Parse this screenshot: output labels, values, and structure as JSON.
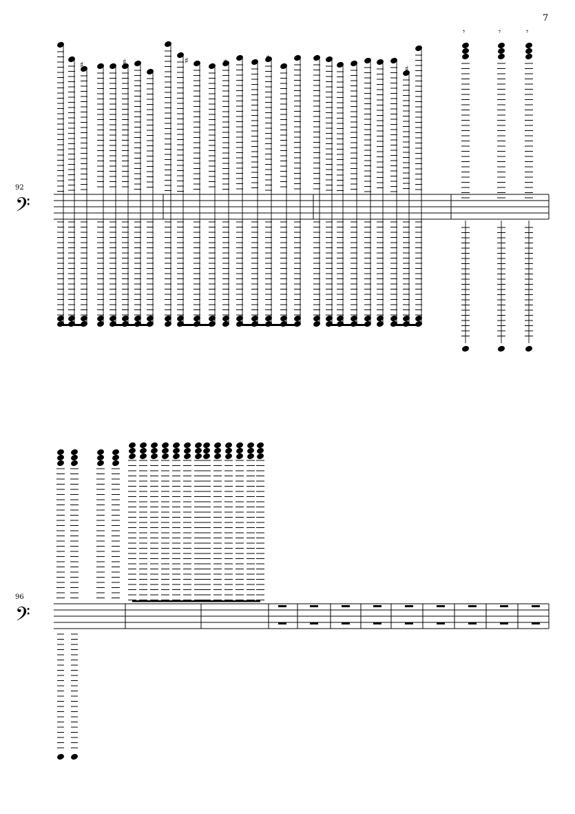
{
  "page": {
    "number": "7"
  },
  "colors": {
    "ink": "#000000",
    "paper": "#ffffff"
  },
  "systems": [
    {
      "id": "system-1",
      "first_measure": "92",
      "clef": "bass-clef",
      "clef_glyph": "𝄢",
      "measure_count": 4
    },
    {
      "id": "system-2",
      "first_measure": "96",
      "clef": "bass-clef",
      "clef_glyph": "𝄢",
      "measure_count": 12,
      "multi_rest_measures": 9
    }
  ],
  "glyphs": {
    "sharp": "♯",
    "natural": "♮",
    "eighth_rest": "𝄾",
    "sixteenth_rest": "𝄿"
  }
}
